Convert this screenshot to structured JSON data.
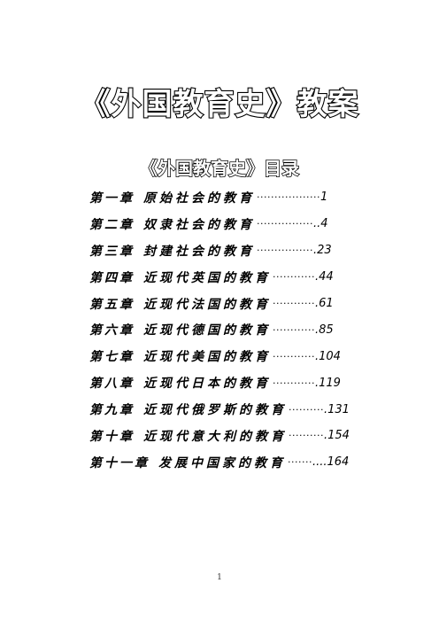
{
  "document": {
    "main_title": "《外国教育史》教案",
    "toc_title": "《外国教育史》目录",
    "toc": [
      {
        "chapter": "第一章",
        "topic": "原始社会的教育",
        "dots": "··················",
        "page": "1"
      },
      {
        "chapter": "第二章",
        "topic": "奴隶社会的教育",
        "dots": "················",
        "page": "..4"
      },
      {
        "chapter": "第三章",
        "topic": "封建社会的教育",
        "dots": "················",
        "page": ".23"
      },
      {
        "chapter": "第四章",
        "topic": "近现代英国的教育",
        "dots": "············",
        "page": ".44"
      },
      {
        "chapter": "第五章",
        "topic": "近现代法国的教育",
        "dots": "············",
        "page": ".61"
      },
      {
        "chapter": "第六章",
        "topic": "近现代德国的教育",
        "dots": "············",
        "page": ".85"
      },
      {
        "chapter": "第七章",
        "topic": "近现代美国的教育",
        "dots": "············",
        "page": ".104"
      },
      {
        "chapter": "第八章",
        "topic": "近现代日本的教育",
        "dots": "············",
        "page": ".119"
      },
      {
        "chapter": "第九章",
        "topic": "近现代俄罗斯的教育",
        "dots": "··········",
        "page": ".131"
      },
      {
        "chapter": "第十章",
        "topic": "近现代意大利的教育",
        "dots": "··········",
        "page": ".154"
      },
      {
        "chapter": "第十一章",
        "topic": "发展中国家的教育",
        "dots": "·······",
        "page": "....164"
      }
    ],
    "page_number": "1"
  }
}
